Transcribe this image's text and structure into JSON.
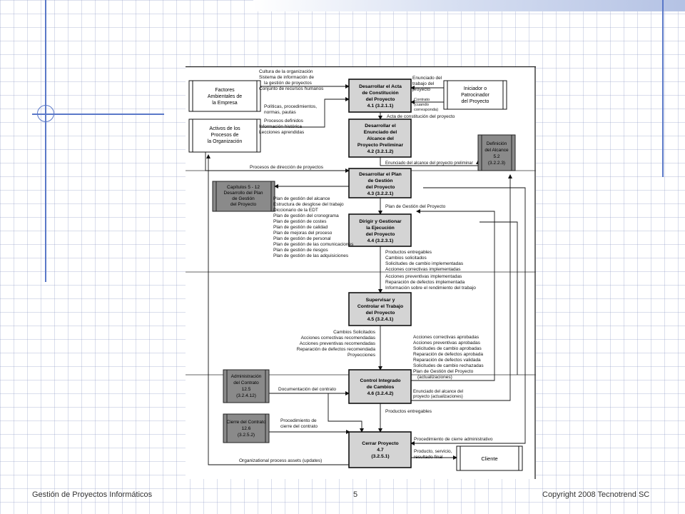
{
  "slide": {
    "footer_left": "Gestión de Proyectos Informáticos",
    "page_number": "5",
    "footer_right": "Copyright 2008 Tecnotrend SC"
  },
  "colors": {
    "process_fill": "#d4d4d4",
    "dark_fill": "#8a8a8a",
    "accent": "#5a78c8"
  },
  "diagram": {
    "processes": {
      "p41": [
        "Desarrollar el Acta",
        "de Constitución",
        "del Proyecto",
        "4.1 (3.2.1.1)"
      ],
      "p42": [
        "Desarrollar el",
        "Enunciado del",
        "Alcance del",
        "Proyecto Preliminar",
        "4.2 (3.2.1.2)"
      ],
      "p43": [
        "Desarrollar el Plan",
        "de Gestión",
        "del Proyecto",
        "4.3 (3.2.2.1)"
      ],
      "p44": [
        "Dirigir y Gestionar",
        "la Ejecución",
        "del Proyecto",
        "4.4 (3.2.3.1)"
      ],
      "p45": [
        "Supervisar y",
        "Controlar el Trabajo",
        "del Proyecto",
        "4.5 (3.2.4.1)"
      ],
      "p46": [
        "Control Integrado",
        "de Cambios",
        "4.6 (3.2.4.2)"
      ],
      "p47": [
        "Cerrar Proyecto",
        "4.7",
        "(3.2.5.1)"
      ]
    },
    "externals": {
      "factores": [
        "Factores",
        "Ambientales de",
        "la Empresa"
      ],
      "activos": [
        "Activos de los",
        "Procesos de",
        "la Organización"
      ],
      "iniciador": [
        "Iniciador o",
        "Patrocinador",
        "del Proyecto"
      ],
      "cliente": [
        "Cliente"
      ]
    },
    "refs": {
      "alcance": [
        "Definición",
        "del Alcance",
        "5.2",
        "(3.2.2.3)"
      ],
      "capitulos": [
        "Capítulos 5 - 12",
        "Desarrollo del Plan",
        "de Gestión",
        "del Proyecto"
      ],
      "administracion": [
        "Administración",
        "del Contrato",
        "12.5",
        "(3.2.4.12)"
      ],
      "cierre_contrato": [
        "Cierre del Contrato",
        "12.6",
        "(3.2.5.2)"
      ]
    },
    "labels": {
      "factores_in_1": [
        "Cultura de la organización",
        "Sistema de información de",
        "la gestión de proyectos",
        "Conjunto de recursos humanos"
      ],
      "factores_in_2": [
        "Políticas, procedimientos,",
        "normas, pautas"
      ],
      "activos_in": [
        "Procesos definidos",
        "Información histórica",
        "Lecciones aprendidas"
      ],
      "enunciado_trabajo": [
        "Enunciado del",
        "trabajo del",
        "proyecto"
      ],
      "contrato": [
        "Contrato",
        "(cuando",
        "corresponda)"
      ],
      "acta": "Acta de constitución del proyecto",
      "enunciado_preliminar": "Enunciado del alcance del proyecto preliminar",
      "procesos_direccion": "Procesos de dirección de proyectos",
      "plan_components": [
        "Plan de gestión del alcance",
        "Estructura de desglose del trabajo",
        "Diccionario de la EDT",
        "Plan de gestión del cronograma",
        "Plan de gestión de costes",
        "Plan de gestión de calidad",
        "Plan de mejoras del proceso",
        "Plan de gestión de personal",
        "Plan de gestión de las comunicaciones",
        "Plan de gestión de riesgos",
        "Plan de gestión de las adquisiciones"
      ],
      "plan_gestion": "Plan de Gestión del Proyecto",
      "ejecucion_out": [
        "Productos entregables",
        "Cambios solicitados",
        "Solicitudes de cambio implementadas",
        "Acciones correctivas implementadas",
        "Acciones preventivas implementadas",
        "Reparación de defectos implementada",
        "Información sobre el rendimiento del trabajo"
      ],
      "control_out": [
        "Cambios Solicitados",
        "Acciones correctivas recomendadas",
        "Acciones preventivas recomendadas",
        "Reparación de defectos recomendada",
        "Proyecciones"
      ],
      "cambios_out": [
        "Acciones correctivas aprobadas",
        "Acciones preventivas aprobadas",
        "Solicitudes de cambio aprobadas",
        "Reparación de defectos aprobada",
        "Reparación de defectos validada",
        "Solicitudes de cambio rechazadas",
        "Plan de Gestión del Proyecto",
        "(actualizaciones)"
      ],
      "enunciado_actualizaciones": [
        "Enunciado del alcance del",
        "proyecto (actualizaciones)"
      ],
      "documentacion": "Documentación del contrato",
      "productos_entregables": "Productos entregables",
      "procedimiento_cierre_contrato": [
        "Procedimiento de",
        "cierre del contrato"
      ],
      "procedimiento_cierre_admin": "Procedimiento de cierre administrativo",
      "producto_final": [
        "Producto, servicio,",
        "resultado final"
      ],
      "org_assets": "Organizational process assets (updates)"
    }
  }
}
